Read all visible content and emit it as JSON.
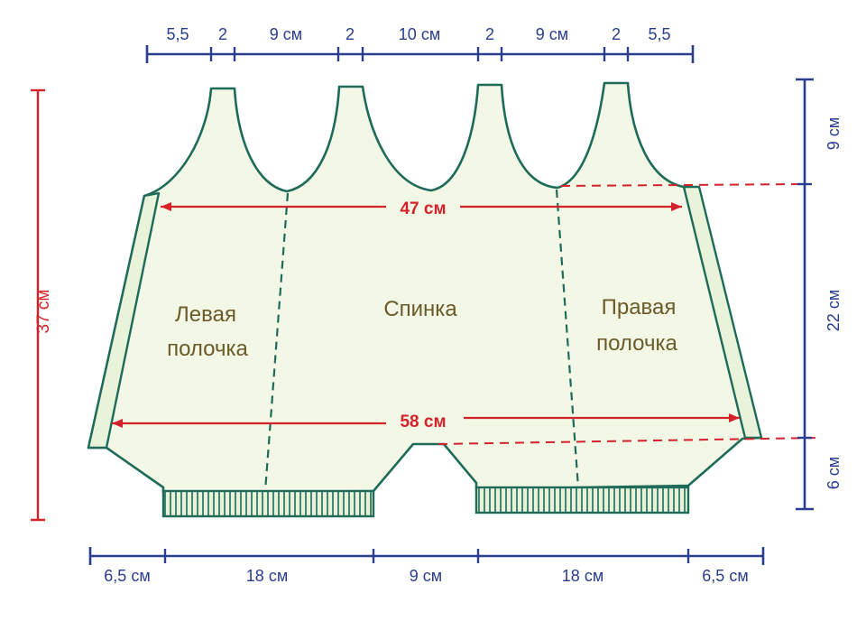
{
  "colors": {
    "dim_blue": "#2a3d8f",
    "dim_red": "#d4222b",
    "outline": "#1f6b5a",
    "fill": "#f3f7e6",
    "band_fill": "#e9f3d9",
    "text_olive": "#6b5a2a"
  },
  "top_dimensions": [
    "5,5",
    "2",
    "9 см",
    "2",
    "10 см",
    "2",
    "9 см",
    "2",
    "5,5"
  ],
  "bottom_dimensions": [
    "6,5 см",
    "18 см",
    "9 см",
    "18 см",
    "6,5 см"
  ],
  "right_dimensions": [
    "9 см",
    "22 см",
    "6 см"
  ],
  "left_dimension": "37 см",
  "width_upper": "47 см",
  "width_lower": "58 см",
  "pieces": {
    "left_front": [
      "Левая",
      "полочка"
    ],
    "back": "Спинка",
    "right_front": [
      "Правая",
      "полочка"
    ]
  }
}
